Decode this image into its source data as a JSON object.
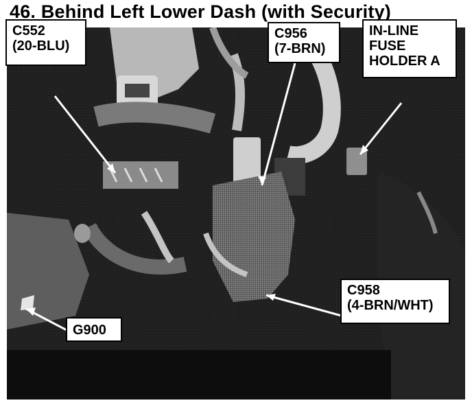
{
  "title": "46.  Behind Left Lower Dash (with Security)",
  "callouts": {
    "c552": {
      "line1": "C552",
      "line2": "(20-BLU)"
    },
    "c956": {
      "line1": "C956",
      "line2": "(7-BRN)"
    },
    "fuse": {
      "line1": "IN-LINE",
      "line2": "FUSE",
      "line3": "HOLDER A"
    },
    "c958": {
      "line1": "C958",
      "line2": "(4-BRN/WHT)"
    },
    "g900": {
      "line1": "G900"
    }
  },
  "colors": {
    "photo_background": "#111111",
    "highlight_connector": "#6a6a6a"
  }
}
